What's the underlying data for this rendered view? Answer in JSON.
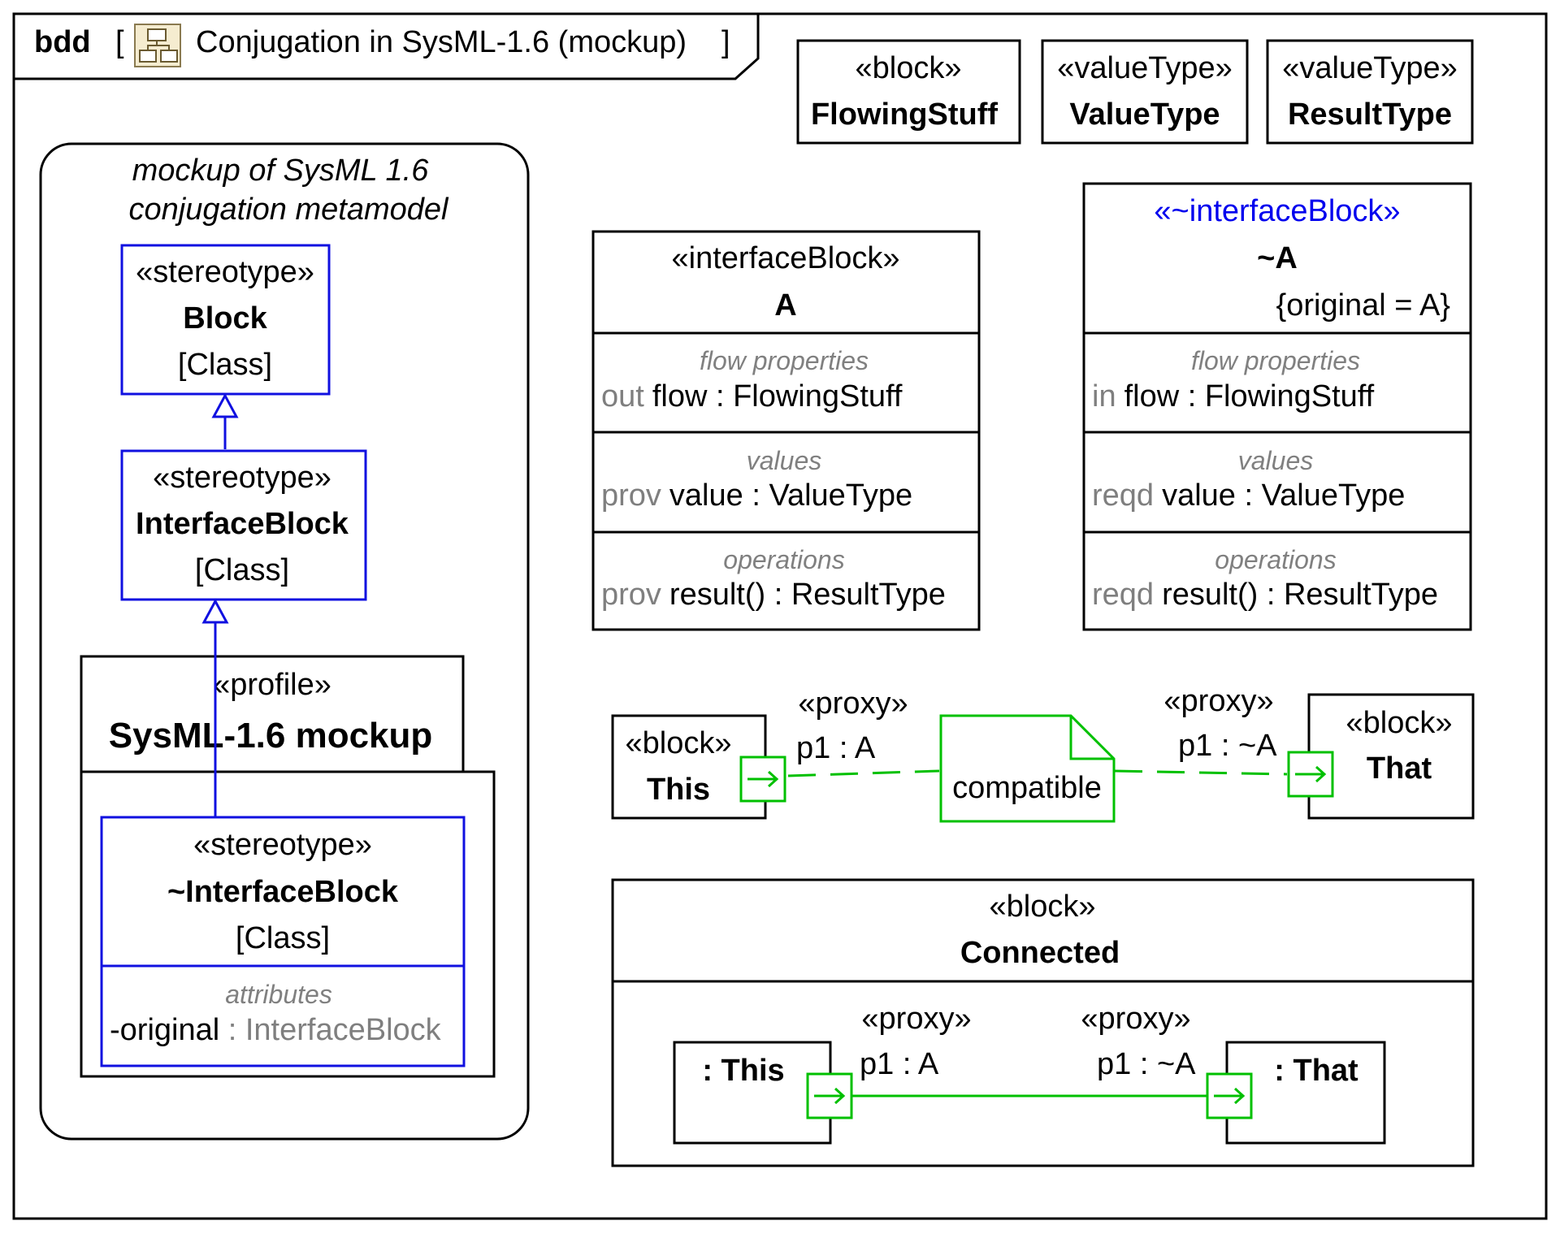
{
  "frame": {
    "kind": "bdd",
    "open_bracket": "[",
    "title": "Conjugation in SysML-1.6  (mockup)",
    "close_bracket": "]"
  },
  "colors": {
    "metamodel": "#1010e0",
    "connector": "#00c000",
    "conjugated_stereotype": "#0000ee"
  },
  "metamodel": {
    "caption_line1": "mockup of SysML 1.6",
    "caption_line2": "conjugation metamodel",
    "block": {
      "stereotype": "«stereotype»",
      "name": "Block",
      "meta": "[Class]"
    },
    "interface_block": {
      "stereotype": "«stereotype»",
      "name": "InterfaceBlock",
      "meta": "[Class]"
    },
    "profile": {
      "stereotype": "«profile»",
      "name": "SysML-1.6 mockup"
    },
    "conj_interface_block": {
      "stereotype": "«stereotype»",
      "name": "~InterfaceBlock",
      "meta": "[Class]",
      "compartment": "attributes",
      "attr_name": "-original",
      "attr_sep": " : ",
      "attr_type": "InterfaceBlock"
    }
  },
  "types": [
    {
      "stereotype": "«block»",
      "name": "FlowingStuff"
    },
    {
      "stereotype": "«valueType»",
      "name": "ValueType"
    },
    {
      "stereotype": "«valueType»",
      "name": "ResultType"
    }
  ],
  "iface_a": {
    "stereotype": "«interfaceBlock»",
    "name": "A",
    "flow_caption": "flow properties",
    "flow_dir": "out",
    "flow_name": "flow",
    "flow_type": " : FlowingStuff",
    "values_caption": "values",
    "value_kind": "prov",
    "value_name": "value",
    "value_type": " : ValueType",
    "ops_caption": "operations",
    "op_kind": "prov",
    "op_name": "result()",
    "op_type": " : ResultType"
  },
  "iface_conj": {
    "stereotype": "«~interfaceBlock»",
    "name": "~A",
    "constraint": "{original = A}",
    "flow_caption": "flow properties",
    "flow_dir": "in",
    "flow_name": "flow",
    "flow_type": " : FlowingStuff",
    "values_caption": "values",
    "value_kind": "reqd",
    "value_name": "value",
    "value_type": " : ValueType",
    "ops_caption": "operations",
    "op_kind": "reqd",
    "op_name": "result()",
    "op_type": " : ResultType"
  },
  "compat": {
    "this_block": {
      "stereotype": "«block»",
      "name": "This"
    },
    "this_port": {
      "stereotype": "«proxy»",
      "label": "p1 : A"
    },
    "note": "compatible",
    "that_port": {
      "stereotype": "«proxy»",
      "label": "p1 : ~A"
    },
    "that_block": {
      "stereotype": "«block»",
      "name": "That"
    }
  },
  "connected": {
    "stereotype": "«block»",
    "name": "Connected",
    "this_part": ": This",
    "this_port": {
      "stereotype": "«proxy»",
      "label": "p1 : A"
    },
    "that_port": {
      "stereotype": "«proxy»",
      "label": "p1 : ~A"
    },
    "that_part": ": That"
  }
}
